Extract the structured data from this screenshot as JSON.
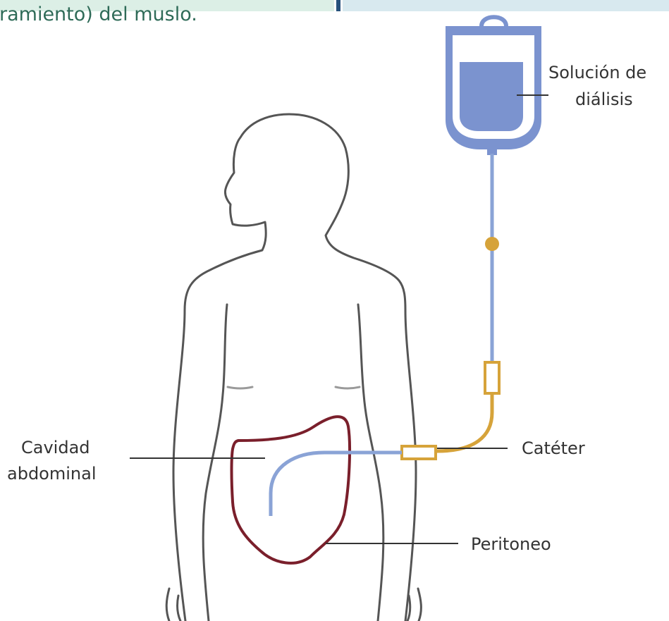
{
  "header_fragment": "ramiento) del muslo.",
  "labels": {
    "dialysis_solution_line1": "Solución de",
    "dialysis_solution_line2": "diálisis",
    "catheter": "Catéter",
    "abdominal_cavity_line1": "Cavidad",
    "abdominal_cavity_line2": "abdominal",
    "peritoneum": "Peritoneo"
  },
  "colors": {
    "body_outline": "#555555",
    "bag": "#7b93cf",
    "tube": "#8aa3d6",
    "catheter": "#d6a33a",
    "peritoneum": "#7a1f2b",
    "leader": "#333333"
  }
}
